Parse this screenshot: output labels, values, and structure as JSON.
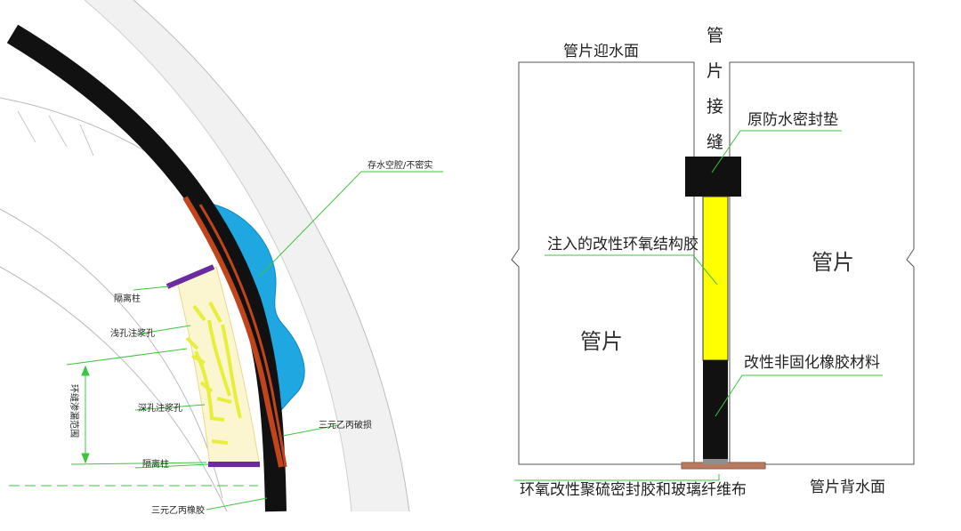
{
  "left_diagram": {
    "labels": {
      "water_cavity": "存水空腔/不密实",
      "isolation_column_top": "隔离柱",
      "shallow_grout_hole": "浅孔注浆孔",
      "seal_range": "环缝渗漏范围",
      "deep_grout_hole": "深孔注浆孔",
      "epdm_damaged": "三元乙丙破损",
      "isolation_column_bottom": "隔离柱",
      "epdm_rubber": "三元乙丙橡胶"
    },
    "colors": {
      "segment_lining": "#111111",
      "rubber_strip": "#c0441c",
      "water": "#1ea7e1",
      "isolation_column": "#6a2aa0",
      "grout_pipe": "#e8ee3c",
      "leader": "#3fc43f"
    }
  },
  "right_diagram": {
    "labels": {
      "upstream_face": "管片迎水面",
      "joint_vertical": [
        "管",
        "片",
        "接",
        "缝"
      ],
      "original_gasket": "原防水密封垫",
      "injected_epoxy": "注入的改性环氧结构胶",
      "segment_right": "管片",
      "segment_left": "管片",
      "modified_rubber": "改性非固化橡胶材料",
      "bottom_seal": "环氧改性聚硫密封胶和玻璃纤维布",
      "downstream_face": "管片背水面"
    },
    "colors": {
      "gasket": "#111111",
      "epoxy": "#ffff00",
      "rubber_fill": "#111111",
      "cloth": "#b97a5f",
      "leader": "#3fc43f"
    }
  }
}
